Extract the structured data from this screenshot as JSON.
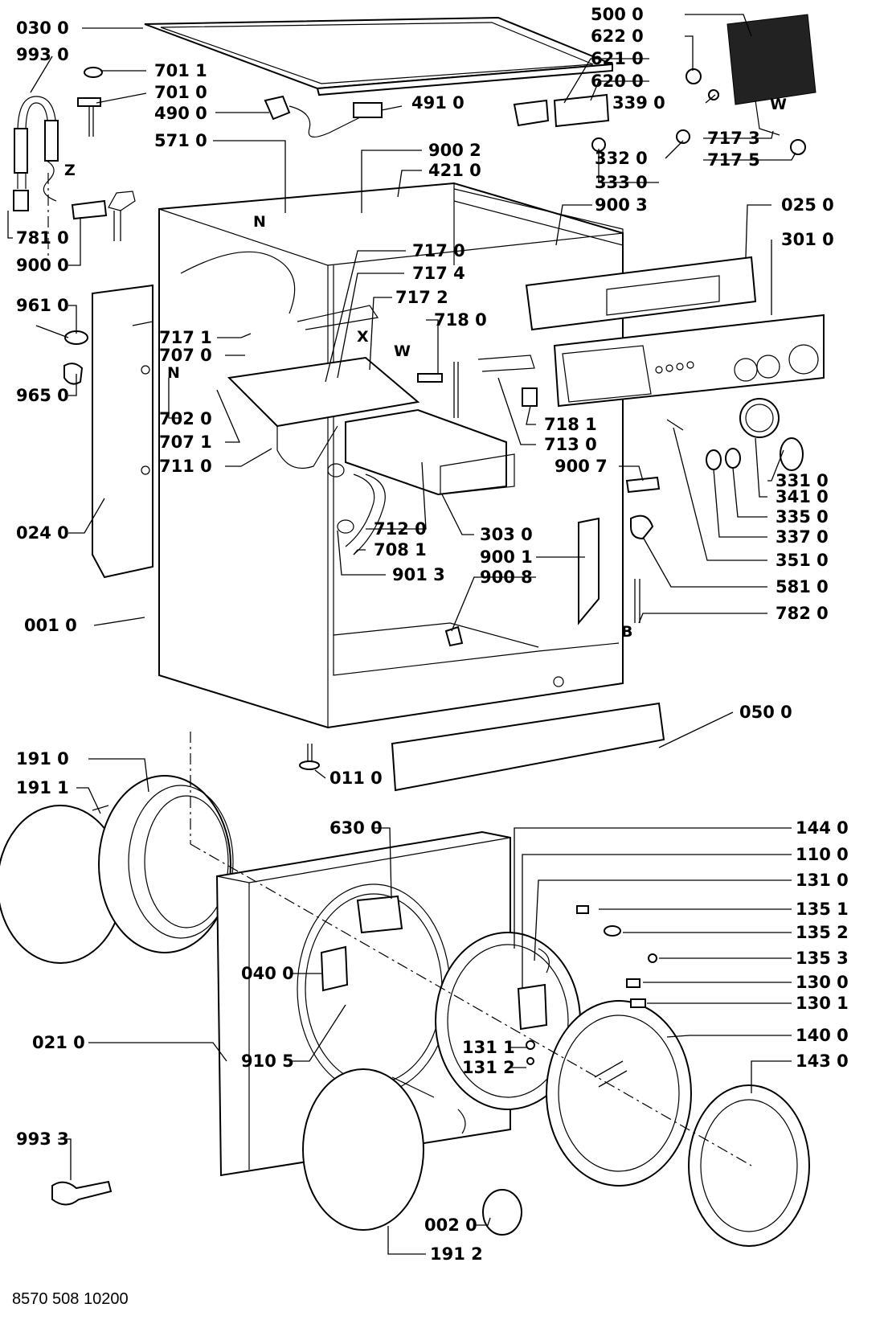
{
  "document_code": "8570 508 10200",
  "part_labels": [
    "030 0",
    "993 0",
    "701 1",
    "701 0",
    "490 0",
    "491 0",
    "571 0",
    "781 0",
    "900 0",
    "961 0",
    "965 0",
    "717 1",
    "707 0",
    "702 0",
    "707 1",
    "711 0",
    "024 0",
    "001 0",
    "717 0",
    "717 4",
    "717 2",
    "718 0",
    "900 2",
    "421 0",
    "900 3",
    "500 0",
    "622 0",
    "621 0",
    "620 0",
    "339 0",
    "332 0",
    "333 0",
    "717 3",
    "717 5",
    "025 0",
    "301 0",
    "718 1",
    "713 0",
    "900 7",
    "331 0",
    "341 0",
    "335 0",
    "337 0",
    "351 0",
    "581 0",
    "782 0",
    "712 0",
    "708 1",
    "901 3",
    "303 0",
    "900 1",
    "900 8",
    "050 0",
    "011 0",
    "191 0",
    "191 1",
    "630 0",
    "144 0",
    "110 0",
    "131 0",
    "135 1",
    "135 2",
    "135 3",
    "130 0",
    "130 1",
    "140 0",
    "143 0",
    "040 0",
    "021 0",
    "910 5",
    "131 1",
    "131 2",
    "993 3",
    "002 0",
    "191 2"
  ],
  "marker_letters": [
    "Z",
    "N",
    "N",
    "X",
    "W",
    "W",
    "B"
  ]
}
